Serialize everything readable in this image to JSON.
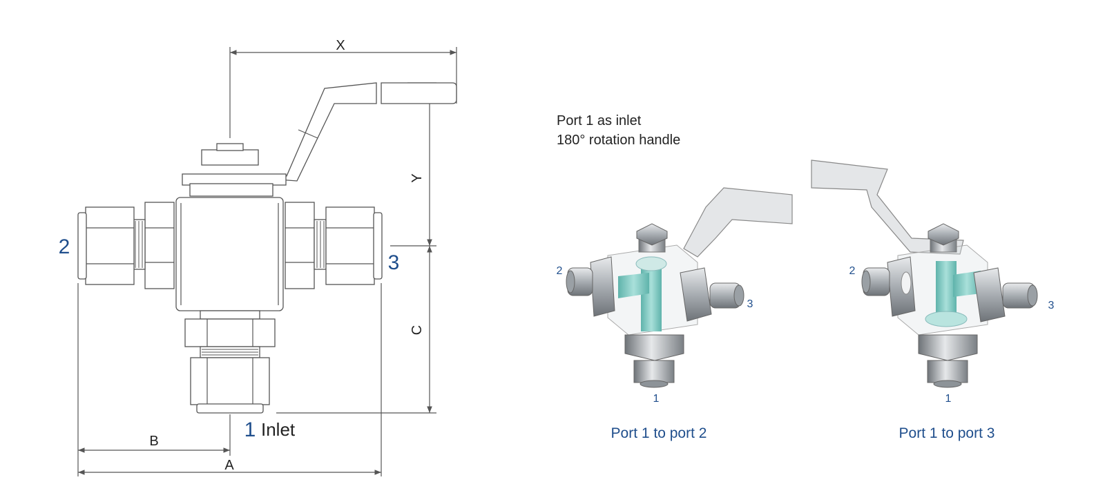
{
  "dimensions": {
    "x": "X",
    "y": "Y",
    "c": "C",
    "a": "A",
    "b": "B"
  },
  "ports": {
    "left": "2",
    "right": "3",
    "bottom": "1",
    "bottom_word": "Inlet"
  },
  "note": {
    "line1": "Port 1 as inlet",
    "line2": "180° rotation handle"
  },
  "views": [
    {
      "port_left": "2",
      "port_right": "3",
      "port_bottom": "1",
      "caption": "Port 1 to port 2"
    },
    {
      "port_left": "2",
      "port_right": "3",
      "port_bottom": "1",
      "caption": "Port 1 to port 3"
    }
  ],
  "colors": {
    "port_label": "#1f4e8c",
    "flow_path": "#7fc9c2",
    "metal": "#b8bcc0"
  }
}
